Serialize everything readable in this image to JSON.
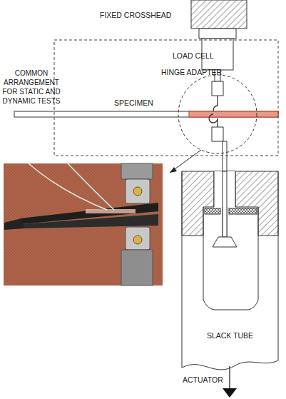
{
  "diagram": {
    "nodes": [
      {
        "text": [
          "FIXED CROSSHEAD"
        ]
      },
      {
        "text": [
          "COMMON ARRANGEMENT FOR STATIC AND DYNAMIC TESTS"
        ]
      },
      {
        "text": [
          "SLACK TUBE"
        ]
      }
    ],
    "labels": [
      "LOAD CELL",
      "HINGE ADAPTER",
      "SPECIMEN",
      "ACTUATOR"
    ]
  }
}
